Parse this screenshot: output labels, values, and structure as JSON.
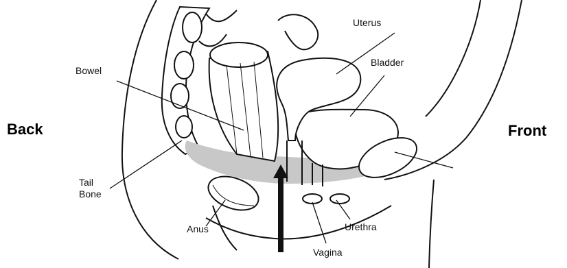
{
  "side_labels": {
    "back": "Back",
    "front": "Front"
  },
  "structures": {
    "uterus": "Uterus",
    "bladder": "Bladder",
    "bowel": "Bowel",
    "tail_bone": "Tail\nBone",
    "anus": "Anus",
    "urethra": "Urethra",
    "vagina": "Vagina"
  },
  "colors": {
    "pelvic_floor": "#c8c8c8",
    "ink": "#111111",
    "paper": "#ffffff"
  }
}
